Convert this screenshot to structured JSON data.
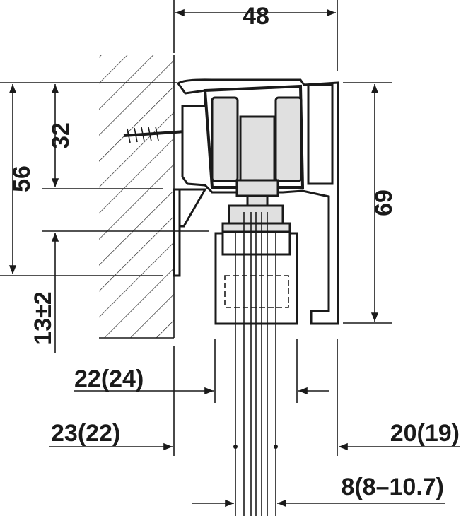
{
  "diagram": {
    "dimensions": {
      "width_top": "48",
      "height_32": "32",
      "height_56": "56",
      "height_69": "69",
      "adjust": "13±2",
      "left_offset_1": "22(24)",
      "left_offset_2": "23(22)",
      "right_offset": "20(19)",
      "glass_thickness": "8(8–10.7)"
    },
    "colors": {
      "line": "#1a1a1a",
      "part_fill": "#e0e0e0"
    }
  }
}
